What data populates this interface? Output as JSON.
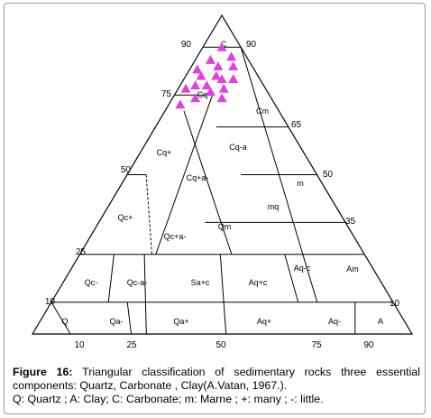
{
  "diagram": {
    "axis_labels": {
      "left_side": [
        "90",
        "75",
        "50",
        "25",
        "10"
      ],
      "right_side": [
        "90",
        "65",
        "50",
        "35",
        "10"
      ],
      "bottom": [
        "10",
        "25",
        "50",
        "75",
        "90"
      ]
    },
    "regions": [
      {
        "id": "C",
        "label": "C"
      },
      {
        "id": "Cq-",
        "label": "Cq-"
      },
      {
        "id": "Cm",
        "label": "Cm"
      },
      {
        "id": "Cq+",
        "label": "Cq+"
      },
      {
        "id": "Cq-a",
        "label": "Cq-a"
      },
      {
        "id": "m",
        "label": "m"
      },
      {
        "id": "Cq+a-",
        "label": "Cq+a-"
      },
      {
        "id": "mq",
        "label": "mq"
      },
      {
        "id": "Qc+",
        "label": "Qc+"
      },
      {
        "id": "Qm",
        "label": "Qm"
      },
      {
        "id": "Qc+a-",
        "label": "Qc+a-"
      },
      {
        "id": "Am",
        "label": "Am"
      },
      {
        "id": "Aq-c",
        "label": "Aq-c"
      },
      {
        "id": "Qc-",
        "label": "Qc-"
      },
      {
        "id": "Qc-a-",
        "label": "Qc-a-"
      },
      {
        "id": "Sa+c",
        "label": "Sa+c"
      },
      {
        "id": "Aq+c",
        "label": "Aq+c"
      },
      {
        "id": "Q",
        "label": "Q"
      },
      {
        "id": "Qa-",
        "label": "Qa-"
      },
      {
        "id": "Qa+",
        "label": "Qa+"
      },
      {
        "id": "Aq+",
        "label": "Aq+"
      },
      {
        "id": "Aq-",
        "label": "Aq-"
      },
      {
        "id": "A",
        "label": "A"
      }
    ],
    "marker_color": "#e040e0",
    "line_color": "#000000"
  },
  "chart_data": {
    "type": "scatter",
    "note_axes": "ternary: Quartz / Carbonate / Clay",
    "points": [
      {
        "carbonate": 90,
        "clay": 5
      },
      {
        "carbonate": 87,
        "clay": 9
      },
      {
        "carbonate": 86,
        "clay": 4
      },
      {
        "carbonate": 84,
        "clay": 11
      },
      {
        "carbonate": 84,
        "clay": 7
      },
      {
        "carbonate": 83,
        "clay": 2
      },
      {
        "carbonate": 81,
        "clay": 8
      },
      {
        "carbonate": 81,
        "clay": 4
      },
      {
        "carbonate": 80,
        "clay": 13
      },
      {
        "carbonate": 80,
        "clay": 10
      },
      {
        "carbonate": 78,
        "clay": 7
      },
      {
        "carbonate": 78,
        "clay": 4
      },
      {
        "carbonate": 77,
        "clay": 12
      },
      {
        "carbonate": 77,
        "clay": 2
      },
      {
        "carbonate": 76,
        "clay": 9
      },
      {
        "carbonate": 74,
        "clay": 13
      },
      {
        "carbonate": 74,
        "clay": 6
      },
      {
        "carbonate": 72,
        "clay": 3
      }
    ]
  },
  "caption": {
    "figure_label": "Figure 16:",
    "line1_rest": "Triangular classification of sedimentary rocks three essential",
    "line2": "components: Quartz, Carbonate , Clay(A.Vatan, 1967.).",
    "line3": "Q: Quartz ; A: Clay;  C: Carbonate; m: Marne ; +: many ; -: little."
  }
}
